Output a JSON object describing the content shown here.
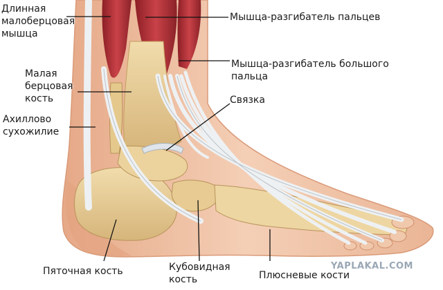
{
  "labels": {
    "peroneus_longus": [
      "Длинная",
      "малоберцовая",
      "мышца"
    ],
    "fibula": [
      "Малая",
      "берцовая",
      "кость"
    ],
    "achilles": [
      "Ахиллово",
      "сухожилие"
    ],
    "ext_digitorum": "Мышца-разгибатель пальцев",
    "ext_hallucis": [
      "Мышца-разгибатель большого",
      "пальца"
    ],
    "ligament": "Связка",
    "calcaneus": "Пяточная кость",
    "cuboid": [
      "Кубовидная",
      "кость"
    ],
    "metatarsals": "Плюсневые кости"
  },
  "watermark": "YAPLAKAL.COM",
  "colors": {
    "skin": "#f2c4a8",
    "skin_shade": "#e4a684",
    "muscle": "#b8353a",
    "tendon": "#e8ecef",
    "bone": "#e9cf97",
    "bone_shade": "#c9a86a",
    "leader": "#111111"
  }
}
